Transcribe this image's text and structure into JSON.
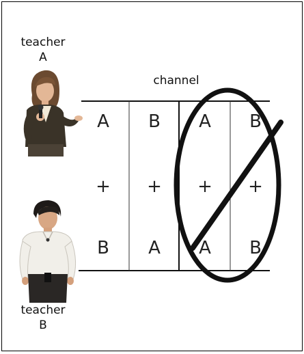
{
  "teacher_a": {
    "line1": "teacher",
    "line2": "A"
  },
  "teacher_b": {
    "line1": "teacher",
    "line2": "B"
  },
  "channel_label": "channel",
  "grid": {
    "rows": [
      [
        "A",
        "B",
        "A",
        "B"
      ],
      [
        "+",
        "+",
        "+",
        "+"
      ],
      [
        "B",
        "A",
        "A",
        "B"
      ]
    ]
  },
  "colors": {
    "ink": "#111111",
    "crossout": "#111111"
  }
}
